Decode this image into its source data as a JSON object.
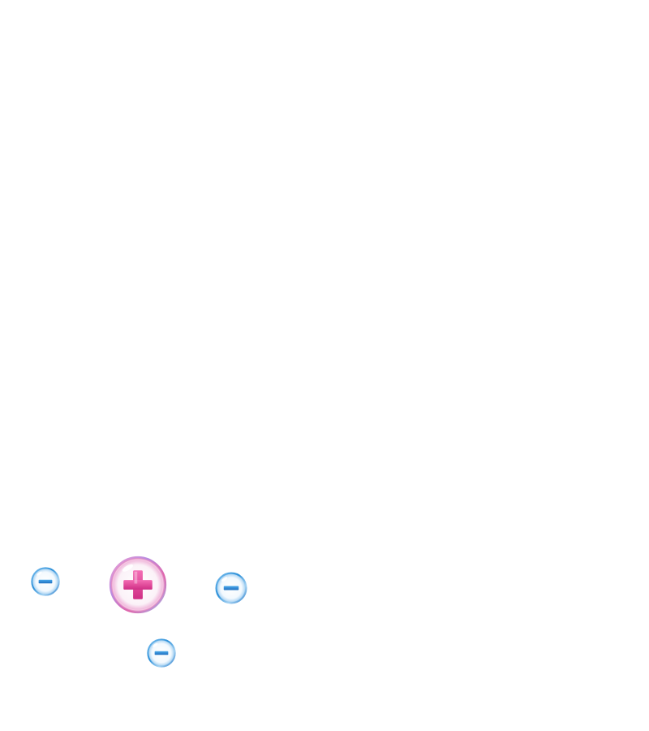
{
  "particles": [
    {
      "id": "proton",
      "charge": "positive",
      "symbol": "plus",
      "color": "#e0479a"
    },
    {
      "id": "electron-1",
      "charge": "negative",
      "symbol": "minus",
      "color": "#2b8fd8"
    },
    {
      "id": "electron-2",
      "charge": "negative",
      "symbol": "minus",
      "color": "#2b8fd8"
    },
    {
      "id": "electron-3",
      "charge": "negative",
      "symbol": "minus",
      "color": "#2b8fd8"
    }
  ],
  "colors": {
    "background": "#ffffff",
    "positive": "#e0479a",
    "negative": "#2b8fd8"
  }
}
